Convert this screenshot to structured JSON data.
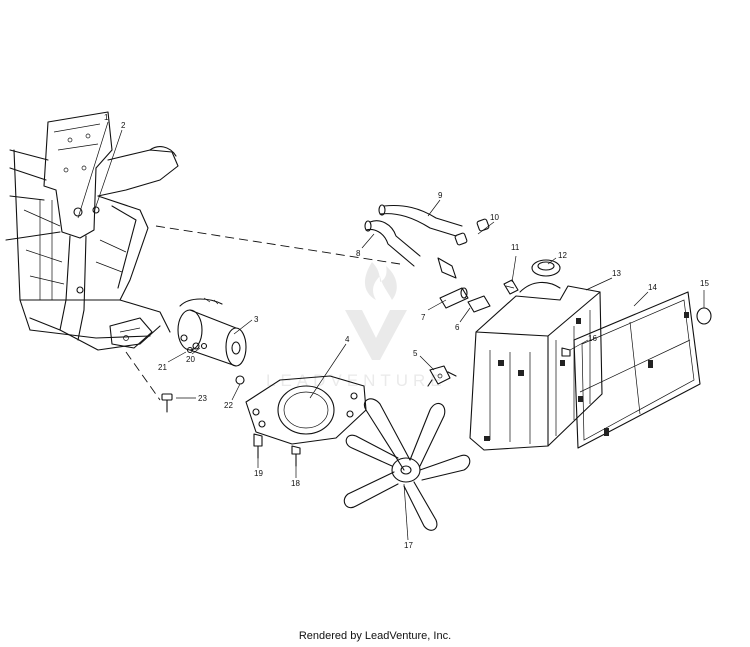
{
  "callouts": [
    "1",
    "2",
    "3",
    "4",
    "5",
    "6",
    "7",
    "8",
    "9",
    "10",
    "11",
    "12",
    "13",
    "14",
    "15",
    "16",
    "17",
    "18",
    "19",
    "20",
    "21",
    "22",
    "23"
  ],
  "watermark": "LEADVENTURE",
  "footer": "Rendered by LeadVenture, Inc."
}
